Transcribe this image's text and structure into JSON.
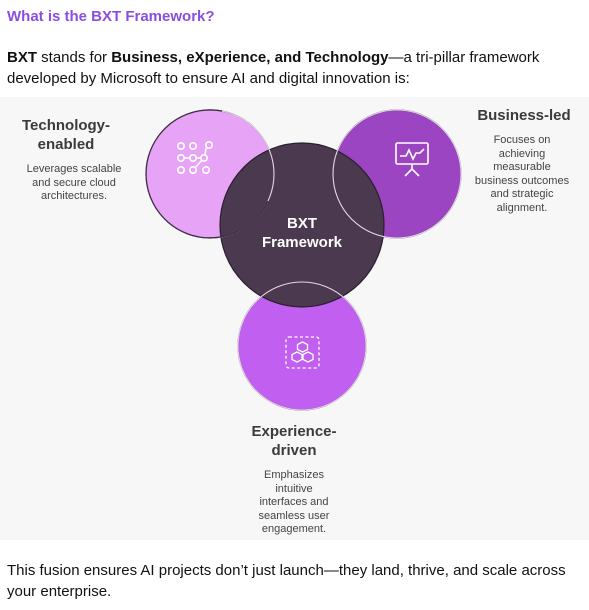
{
  "heading": "What is the BXT Framework?",
  "intro": {
    "term": "BXT",
    "stands_for": " stands for ",
    "expansion": "Business, eXperience, and Technology",
    "rest": "—a tri-pillar framework developed by Microsoft to ensure AI and digital innovation is:"
  },
  "diagram": {
    "center_label": [
      "BXT",
      "Framework"
    ],
    "pillars": {
      "technology": {
        "title": [
          "Technology-",
          "enabled"
        ],
        "description": [
          "Leverages scalable",
          "and secure cloud",
          "architectures."
        ],
        "icon": "network-nodes-icon",
        "color": "#e7a3f5"
      },
      "business": {
        "title": [
          "Business-led"
        ],
        "description": [
          "Focuses on",
          "achieving",
          "measurable",
          "business outcomes",
          "and strategic",
          "alignment."
        ],
        "icon": "presentation-board-icon",
        "color": "#9c45c2"
      },
      "experience": {
        "title": [
          "Experience-",
          "driven"
        ],
        "description": [
          "Emphasizes",
          "intuitive",
          "interfaces and",
          "seamless user",
          "engagement."
        ],
        "icon": "cubes-icon",
        "color": "#c15ff0"
      }
    },
    "center_color": "#4b3950"
  },
  "outro": "This fusion ensures AI projects don’t just launch—they land, thrive, and scale across your enterprise."
}
